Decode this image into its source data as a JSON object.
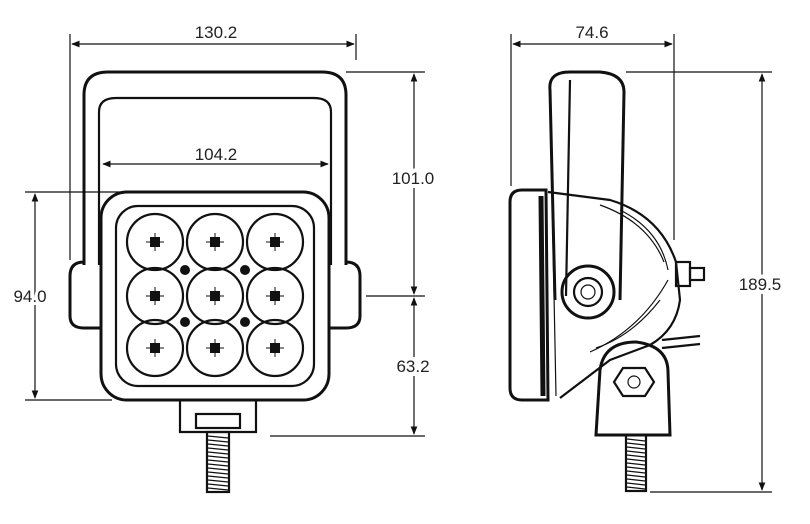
{
  "dimensions": {
    "front_width": "130.2",
    "lens_width": "104.2",
    "upper_height": "101.0",
    "lower_height": "63.2",
    "housing_height": "94.0",
    "side_depth": "74.6",
    "total_height": "189.5"
  },
  "colors": {
    "line": "#111111",
    "text": "#222222",
    "background": "#ffffff"
  }
}
